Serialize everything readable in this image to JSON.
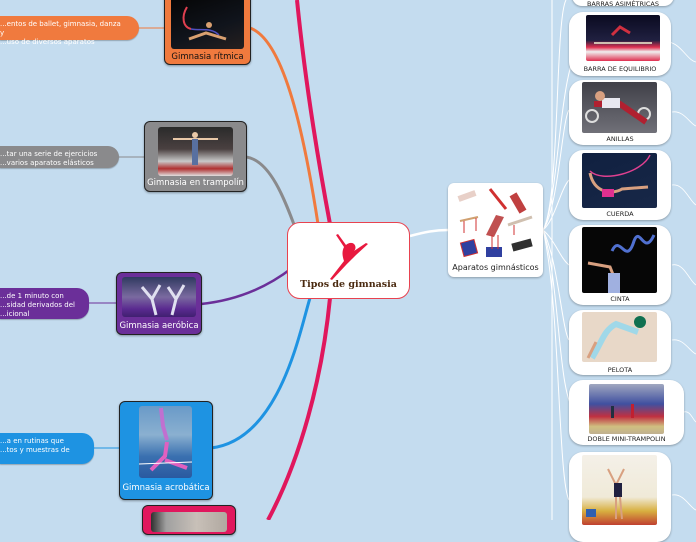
{
  "central": {
    "title": "Tipos de gimnasia",
    "icon": "dancer-silhouette-icon",
    "border_color": "#e8424f",
    "icon_color": "#e8193f"
  },
  "branches": [
    {
      "label": "Gimnasia rítmica",
      "color": "#f07a3e",
      "desc": "...entos de ballet, gimnasia, danza y\n...uso de diversos aparatos"
    },
    {
      "label": "Gimnasia en trampolín",
      "color": "#8a8a8c",
      "desc": "...tar una serie de ejercicios\n...varios aparatos elásticos"
    },
    {
      "label": "Gimnasia aeróbica",
      "color": "#6b2f99",
      "desc": "...de 1 minuto con\n...sidad derivados del\n...icional"
    },
    {
      "label": "Gimnasia acrobática",
      "color": "#1e93e2",
      "desc": "...a en rutinas que\n...tos y muestras de"
    },
    {
      "label": "",
      "color": "#e0175d",
      "desc": ""
    }
  ],
  "apparatus": {
    "label": "Aparatos gimnásticos",
    "items": [
      {
        "label": "BARRAS ASIMÉTRICAS"
      },
      {
        "label": "BARRA DE EQUILIBRIO"
      },
      {
        "label": "ANILLAS"
      },
      {
        "label": "CUERDA"
      },
      {
        "label": "CINTA"
      },
      {
        "label": "PELOTA"
      },
      {
        "label": "DOBLE MINI-TRAMPOLIN"
      },
      {
        "label": ""
      }
    ]
  },
  "colors": {
    "background": "#c4dcef",
    "link_white": "#ffffff",
    "magenta_link": "#e0175d"
  }
}
